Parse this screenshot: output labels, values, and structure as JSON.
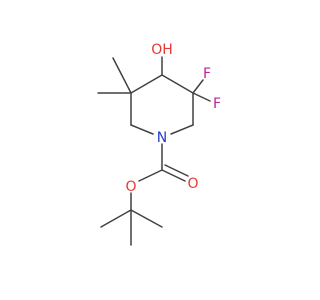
{
  "molecule": {
    "atoms": {
      "hydroxyl": {
        "text": "OH",
        "color": "#e53935"
      },
      "fluorine_1": {
        "text": "F",
        "color": "#b8269a"
      },
      "fluorine_2": {
        "text": "F",
        "color": "#b8269a"
      },
      "nitrogen": {
        "text": "N",
        "color": "#2340c8"
      },
      "ester_oxygen": {
        "text": "O",
        "color": "#e53935"
      },
      "carbonyl_oxygen": {
        "text": "O",
        "color": "#e53935"
      }
    },
    "bond_color": "#404040"
  }
}
